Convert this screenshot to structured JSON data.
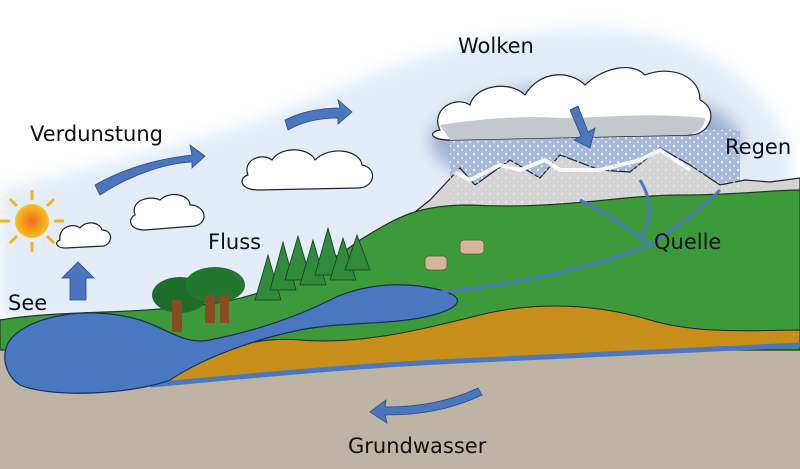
{
  "title": "Wasserkreislauf",
  "labels": {
    "verdunstung": "Verdunstung",
    "wolken": "Wolken",
    "regen": "Regen",
    "fluss": "Fluss",
    "see": "See",
    "quelle": "Quelle",
    "grundwasser": "Grundwasser"
  },
  "colors": {
    "arrow": "#4a76be",
    "water": "#4a78c0",
    "grass": "#3c9a3a",
    "mountain": "#d6d4d2",
    "ground": "#bdb4a6",
    "aquifer": "#c8901a",
    "sky_haze": "#dfe9f6",
    "rain_cloud": "#9aa8c8",
    "sun": "#f4a81e"
  }
}
